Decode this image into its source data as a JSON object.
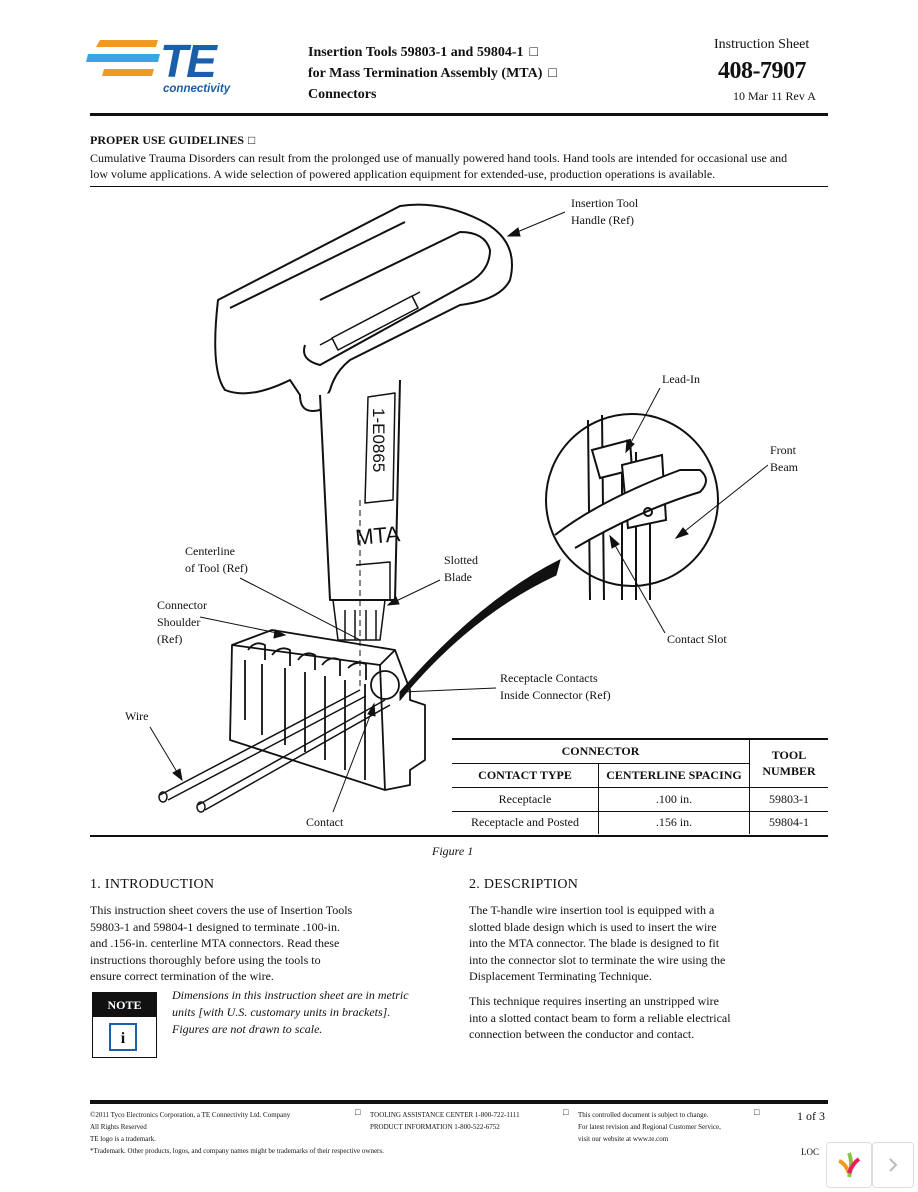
{
  "header": {
    "logo_mark": "TE",
    "logo_sub": "connectivity",
    "title_lines": [
      "Insertion Tools 59803-1 and 59804-1",
      "for Mass Termination Assembly (MTA)",
      "Connectors"
    ],
    "sheet_label": "Instruction Sheet",
    "doc_number": "408-7907",
    "date_rev": "10 Mar 11  Rev A"
  },
  "guidelines": {
    "heading": "PROPER USE GUIDELINES",
    "text": "Cumulative Trauma Disorders can result from the prolonged use of manually powered hand tools. Hand tools are intended for occasional use and low volume applications. A wide selection of powered application equipment for extended-use, production operations is available."
  },
  "figure": {
    "labels": {
      "handle": [
        "Insertion Tool",
        "Handle (Ref)"
      ],
      "lead_in": "Lead-In",
      "front_beam": [
        "Front",
        "Beam"
      ],
      "centerline": [
        "Centerline",
        "of Tool (Ref)"
      ],
      "slotted_blade": [
        "Slotted",
        "Blade"
      ],
      "shoulder": [
        "Connector",
        "Shoulder",
        "(Ref)"
      ],
      "contact_slot": "Contact Slot",
      "receptacle_contacts": [
        "Receptacle Contacts",
        "Inside Connector (Ref)"
      ],
      "wire": "Wire",
      "contact": "Contact"
    },
    "tool_marking": [
      "1-E0865",
      "MTA"
    ],
    "caption": "Figure 1"
  },
  "table": {
    "group_header": "CONNECTOR",
    "columns": [
      "CONTACT TYPE",
      "CENTERLINE SPACING"
    ],
    "tool_header": [
      "TOOL",
      "NUMBER"
    ],
    "rows": [
      [
        "Receptacle",
        ".100 in.",
        "59803-1"
      ],
      [
        "Receptacle and Posted",
        ".156 in.",
        "59804-1"
      ]
    ]
  },
  "intro": {
    "heading": "1. INTRODUCTION",
    "lines": [
      "This instruction sheet covers the use of Insertion Tools",
      "59803-1 and 59804-1 designed to terminate .100-in.",
      "and .156-in. centerline MTA connectors. Read these",
      "instructions thoroughly before using the tools to",
      "ensure correct termination of the wire."
    ]
  },
  "note": {
    "label": "NOTE",
    "icon_glyph": "i",
    "lines": [
      "Dimensions in this instruction sheet are in metric",
      "units [with U.S. customary units in brackets].",
      "Figures are not drawn to scale."
    ]
  },
  "description": {
    "heading": "2. DESCRIPTION",
    "para1": [
      "The T-handle wire insertion tool is equipped with a",
      "slotted blade design which is used to insert the wire",
      "into the MTA connector. The blade is designed to fit",
      "into the connector slot to terminate the wire using the",
      "Displacement Terminating Technique."
    ],
    "para2": [
      "This technique requires inserting an unstripped wire",
      "into a slotted contact beam to form a reliable electrical",
      "connection between the conductor and contact."
    ]
  },
  "footer": {
    "col1": [
      "©2011 Tyco Electronics Corporation, a TE Connectivity Ltd. Company",
      "All Rights Reserved",
      "TE logo is a trademark.",
      "*Trademark. Other products, logos, and company names might be trademarks of their respective owners."
    ],
    "col2": [
      "TOOLING ASSISTANCE CENTER 1-800-722-1111",
      "PRODUCT INFORMATION 1-800-522-6752"
    ],
    "col3": [
      "This controlled document is subject to change.",
      "For latest revision and Regional Customer Service,",
      "visit our website at www.te.com"
    ],
    "page": "1 of 3",
    "loc": "LOC"
  },
  "colors": {
    "brand_blue": "#1b5fa8",
    "brand_orange": "#f39a1e",
    "brand_lightblue": "#3aa6df",
    "ink": "#111111"
  }
}
